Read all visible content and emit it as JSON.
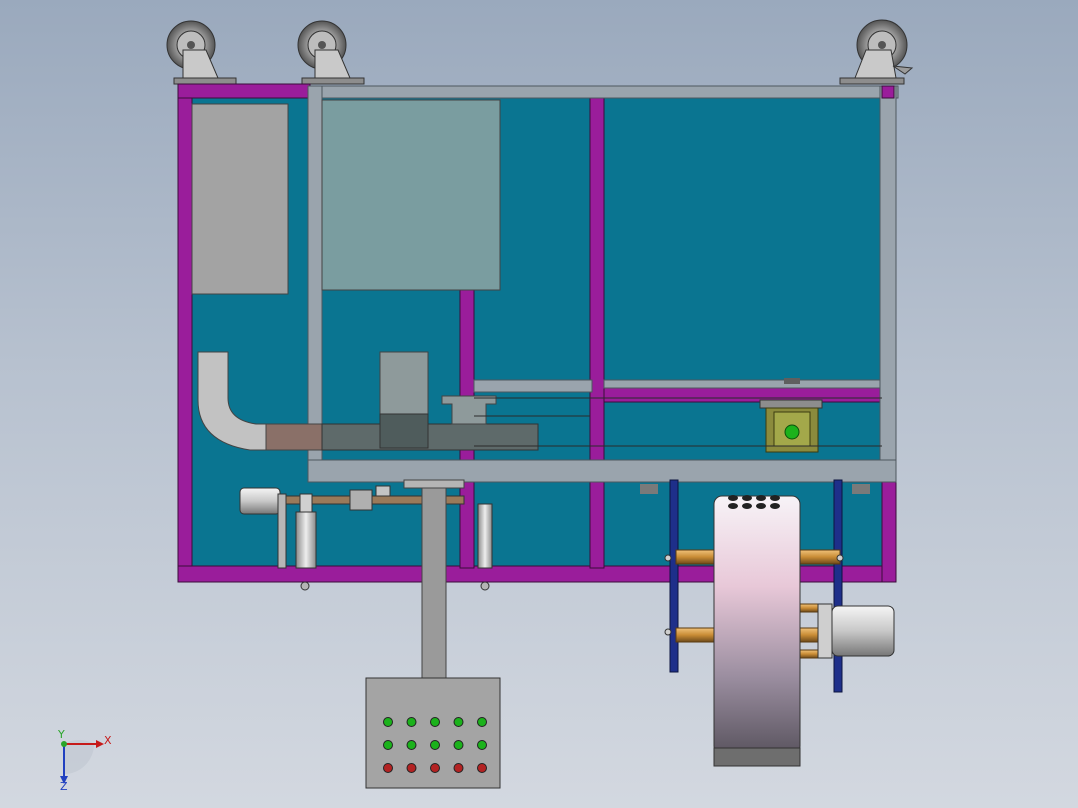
{
  "colors": {
    "background_top": "#9aa9bd",
    "background_bottom": "#d3d8e0",
    "panel_water": "#0a7591",
    "frame_magenta": "#9a1d9b",
    "frame_grey": "#9aa4ad",
    "indicator_green": "#1bb21b",
    "indicator_red": "#b32222",
    "copper_pipe": "#c98c35",
    "support_blue": "#1e2f8a"
  },
  "icons": {
    "caster": "caster-wheel-icon",
    "axis_triad": "coordinate-axis-triad-icon"
  },
  "control_panel": {
    "rows": 3,
    "columns": 5,
    "lamp_colors": [
      "green",
      "green",
      "red"
    ]
  },
  "axis_triad": {
    "x_label": "X",
    "y_label": "Y",
    "z_label": "Z"
  }
}
